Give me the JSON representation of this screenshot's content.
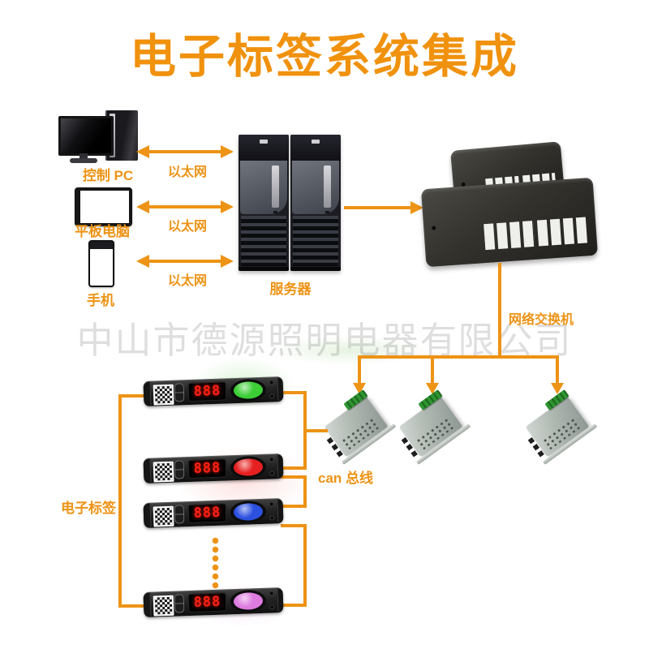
{
  "title": "电子标签系统集成",
  "watermark": "中山市德源照明电器有限公司",
  "colors": {
    "accent": "#ED9315",
    "title_orange": "#F0920E",
    "display_red": "#FF2012"
  },
  "clients": [
    {
      "name": "控制 PC",
      "connection": "以太网"
    },
    {
      "name": "平板电脑",
      "connection": "以太网"
    },
    {
      "name": "手机",
      "connection": "以太网"
    }
  ],
  "server": {
    "label": "服务器"
  },
  "network_switch": {
    "label": "网络交换机"
  },
  "can_bus": {
    "label": "can 总线"
  },
  "electronic_labels": {
    "group_label": "电子标签",
    "display_value": "888",
    "items": [
      {
        "button": "green",
        "color": "#3CCF36"
      },
      {
        "button": "red",
        "color": "#E62020"
      },
      {
        "button": "blue",
        "color": "#2C51E0"
      },
      {
        "button": "pink",
        "color": "#DD7BDF"
      }
    ]
  }
}
